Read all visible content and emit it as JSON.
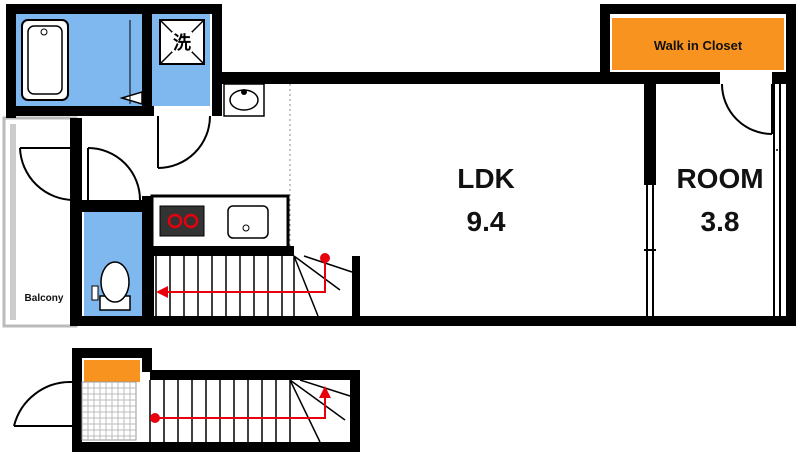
{
  "rooms": {
    "ldk": {
      "name": "LDK",
      "size": "9.4"
    },
    "room": {
      "name": "ROOM",
      "size": "3.8"
    },
    "closet": {
      "name": "Walk in Closet"
    },
    "balcony": {
      "name": "Balcony"
    }
  },
  "fixtures": {
    "laundry_symbol": "洗"
  },
  "colors": {
    "wall": "#000000",
    "wet_area": "#7fb8ef",
    "closet": "#f7931e",
    "stair_arrow": "#e8000d",
    "balcony": "#cccccc"
  }
}
